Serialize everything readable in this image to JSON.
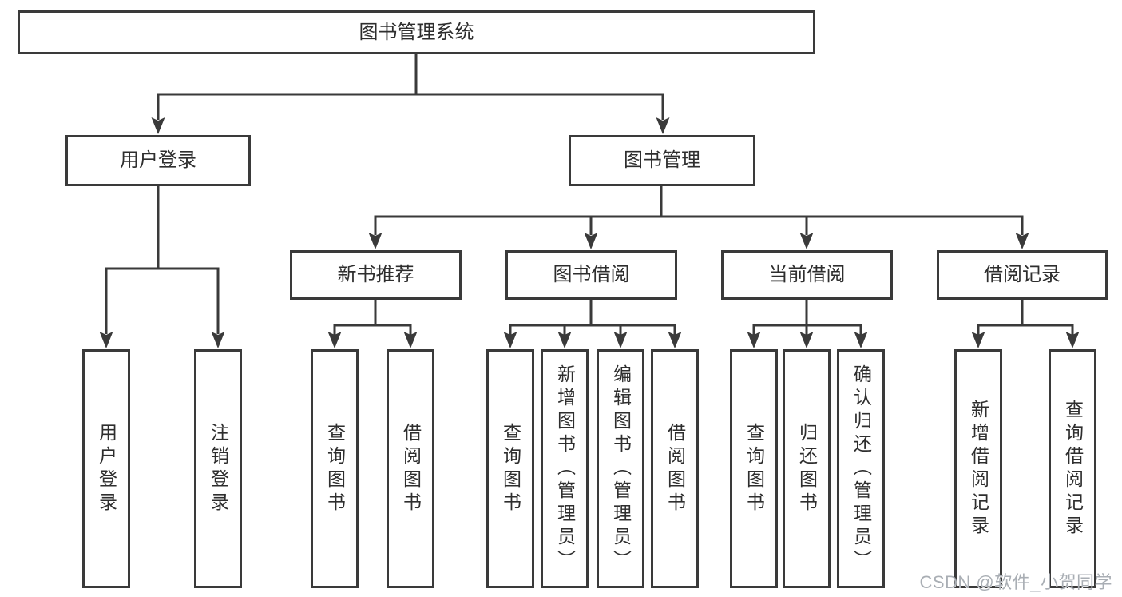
{
  "colors": {
    "line": "#3a3a3a",
    "text": "#2e2e2e",
    "box_background": "#ffffff",
    "watermark": "#a9aeb4"
  },
  "watermark": "CSDN @软件_小贺同学",
  "nodes": {
    "root": {
      "label": "图书管理系统"
    },
    "level2": [
      {
        "label": "用户登录"
      },
      {
        "label": "图书管理"
      }
    ],
    "level3": [
      {
        "label": "新书推荐",
        "parent": "图书管理"
      },
      {
        "label": "图书借阅",
        "parent": "图书管理"
      },
      {
        "label": "当前借阅",
        "parent": "图书管理"
      },
      {
        "label": "借阅记录",
        "parent": "图书管理"
      }
    ],
    "level4": [
      {
        "label": "用户登录",
        "parent": "用户登录"
      },
      {
        "label": "注销登录",
        "parent": "用户登录"
      },
      {
        "label": "查询图书",
        "parent": "新书推荐"
      },
      {
        "label": "借阅图书",
        "parent": "新书推荐"
      },
      {
        "label": "查询图书",
        "parent": "图书借阅"
      },
      {
        "label": "新增图书（管理员）",
        "parent": "图书借阅"
      },
      {
        "label": "编辑图书（管理员）",
        "parent": "图书借阅"
      },
      {
        "label": "借阅图书",
        "parent": "图书借阅"
      },
      {
        "label": "查询图书",
        "parent": "当前借阅"
      },
      {
        "label": "归还图书",
        "parent": "当前借阅"
      },
      {
        "label": "确认归还（管理员）",
        "parent": "当前借阅"
      },
      {
        "label": "新增借阅记录",
        "parent": "借阅记录"
      },
      {
        "label": "查询借阅记录",
        "parent": "借阅记录"
      }
    ]
  }
}
